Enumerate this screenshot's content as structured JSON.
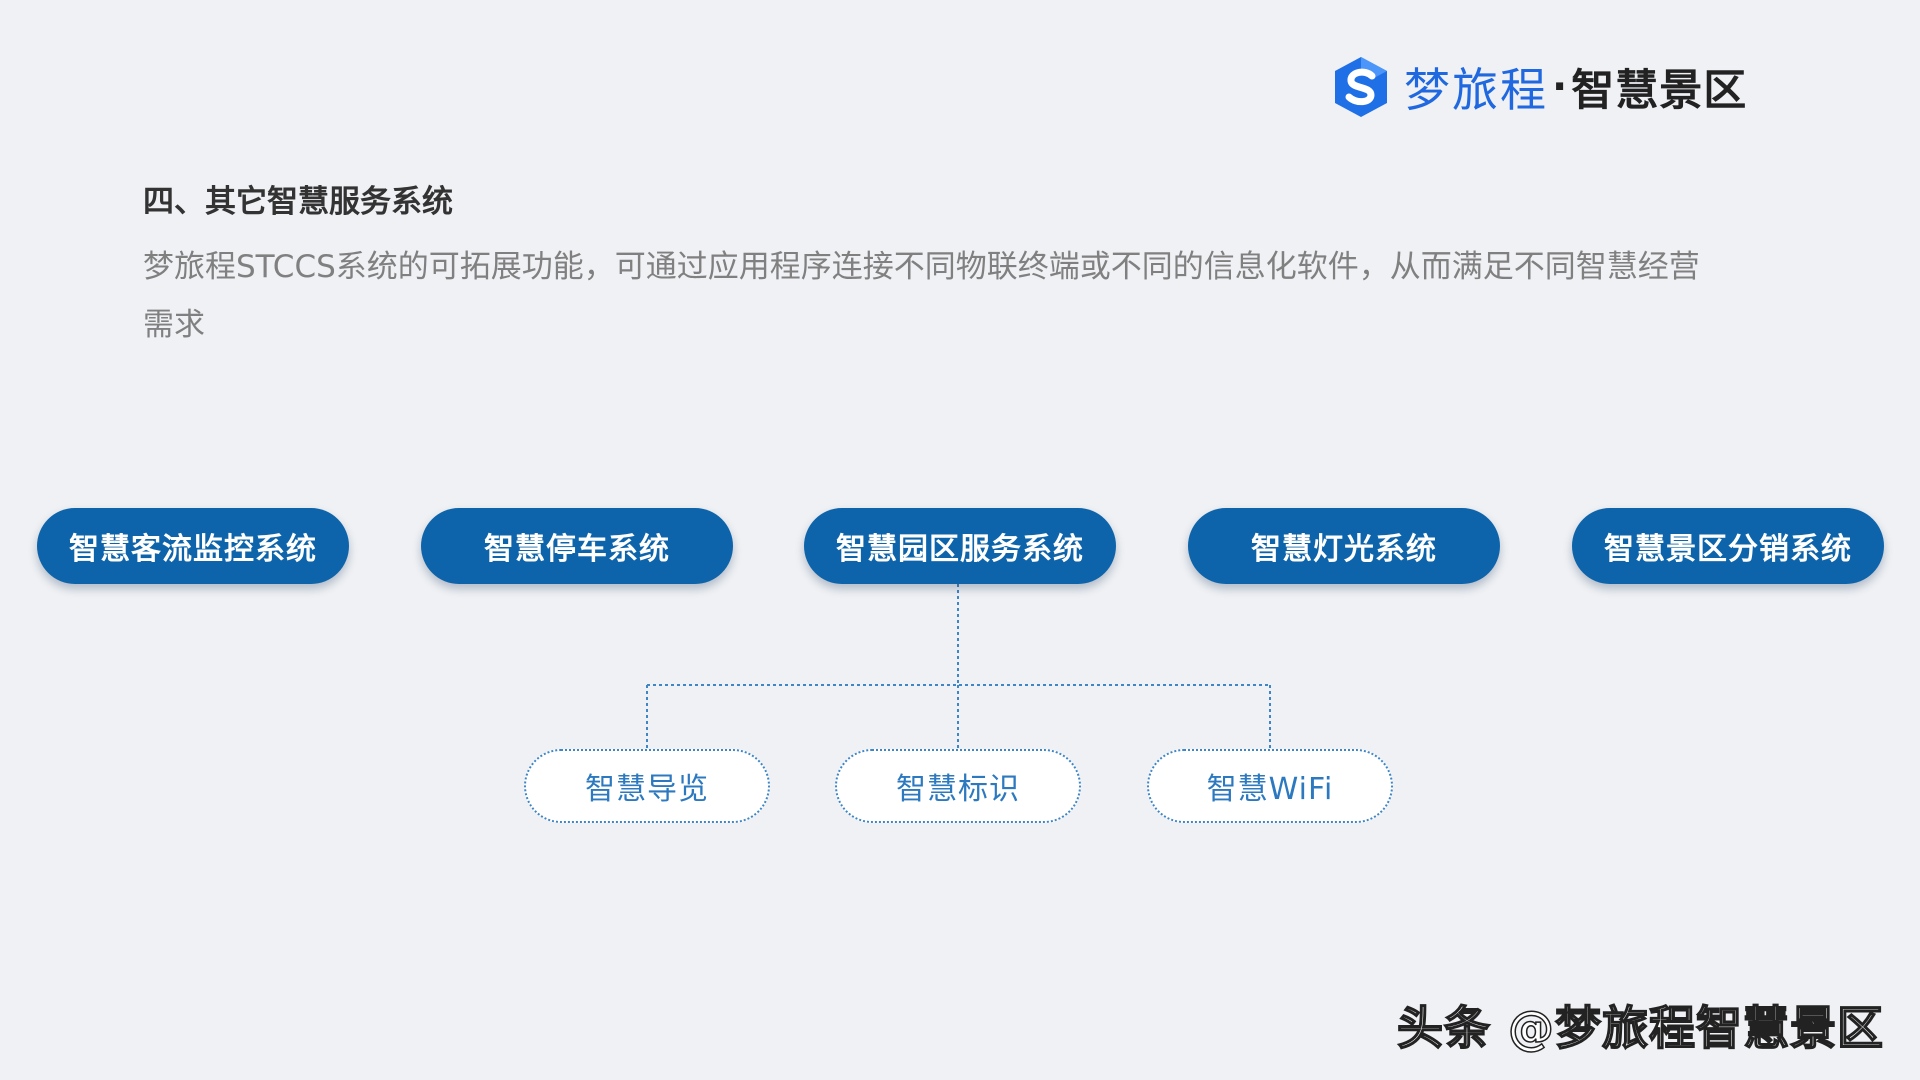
{
  "logo": {
    "icon": "s-hexagon-icon",
    "brand": "梦旅程",
    "separator": "·",
    "suffix": "智慧景区",
    "brand_color": "#2068e0"
  },
  "heading": "四、其它智慧服务系统",
  "description": "梦旅程STCCS系统的可拓展功能，可通过应用程序连接不同物联终端或不同的信息化软件，从而满足不同智慧经营需求",
  "diagram": {
    "systems": [
      "智慧客流监控系统",
      "智慧停车系统",
      "智慧园区服务系统",
      "智慧灯光系统",
      "智慧景区分销系统"
    ],
    "parent_system_index": 2,
    "subsystems": [
      "智慧导览",
      "智慧标识",
      "智慧WiFi"
    ],
    "colors": {
      "system_fill": "#0e64aa",
      "subsystem_text": "#2c79c0",
      "connector": "#3f86c6"
    }
  },
  "watermark": "头条 @梦旅程智慧景区"
}
